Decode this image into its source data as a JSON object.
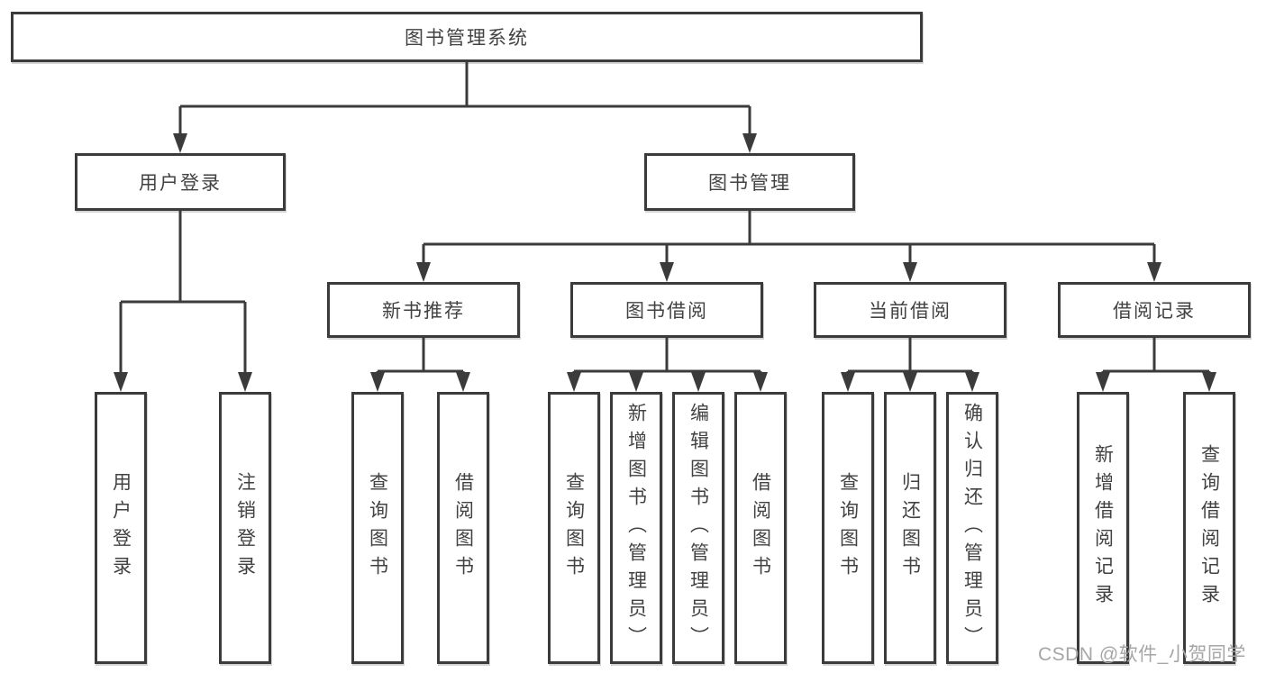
{
  "diagram": {
    "root": {
      "label": "图书管理系统"
    },
    "branches": [
      {
        "label": "用户登录",
        "children": [
          {
            "label": "用户登录"
          },
          {
            "label": "注销登录"
          }
        ]
      },
      {
        "label": "图书管理",
        "children": [
          {
            "label": "新书推荐",
            "children": [
              {
                "label": "查询图书"
              },
              {
                "label": "借阅图书"
              }
            ]
          },
          {
            "label": "图书借阅",
            "children": [
              {
                "label": "查询图书"
              },
              {
                "label": "新增图书（管理员）"
              },
              {
                "label": "编辑图书（管理员）"
              },
              {
                "label": "借阅图书"
              }
            ]
          },
          {
            "label": "当前借阅",
            "children": [
              {
                "label": "查询图书"
              },
              {
                "label": "归还图书"
              },
              {
                "label": "确认归还（管理员）"
              }
            ]
          },
          {
            "label": "借阅记录",
            "children": [
              {
                "label": "新增借阅记录"
              },
              {
                "label": "查询借阅记录"
              }
            ]
          }
        ]
      }
    ]
  },
  "watermark": "CSDN @软件_小贺同学",
  "colors": {
    "line": "#3b3b3b",
    "text": "#424242",
    "watermark": "#a6a6a6",
    "background": "#ffffff"
  }
}
